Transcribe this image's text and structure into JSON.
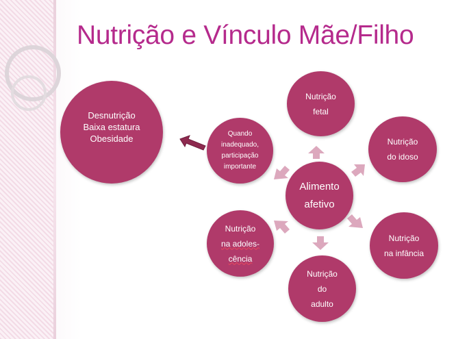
{
  "slide": {
    "title": "Nutrição e Vínculo Mãe/Filho"
  },
  "diagram": {
    "center": {
      "line1": "Alimento",
      "line2": "afetivo"
    },
    "nodes": {
      "fetal": {
        "line1": "Nutrição",
        "line2": "fetal"
      },
      "idoso": {
        "line1": "Nutrição",
        "line2": "do idoso"
      },
      "infancia": {
        "line1": "Nutrição",
        "line2": "na infância"
      },
      "adulto": {
        "line1": "Nutrição",
        "line2": "do",
        "line3": "adulto"
      },
      "adolescencia": {
        "line1": "Nutrição",
        "line2": "na adoles-",
        "line3": "cência"
      },
      "inadequado": {
        "line1": "Quando",
        "line2": "inadequado,",
        "line3": "participação",
        "line4": "importante"
      }
    },
    "outcome": {
      "line1": "Desnutrição",
      "line2": "Baixa estatura",
      "line3": "Obesidade"
    }
  },
  "colors": {
    "title": "#b52a8c",
    "circle_fill": "#b03a6a",
    "arrow_fill": "#dca8bd",
    "outcome_arrow": "#8e2a4f"
  }
}
